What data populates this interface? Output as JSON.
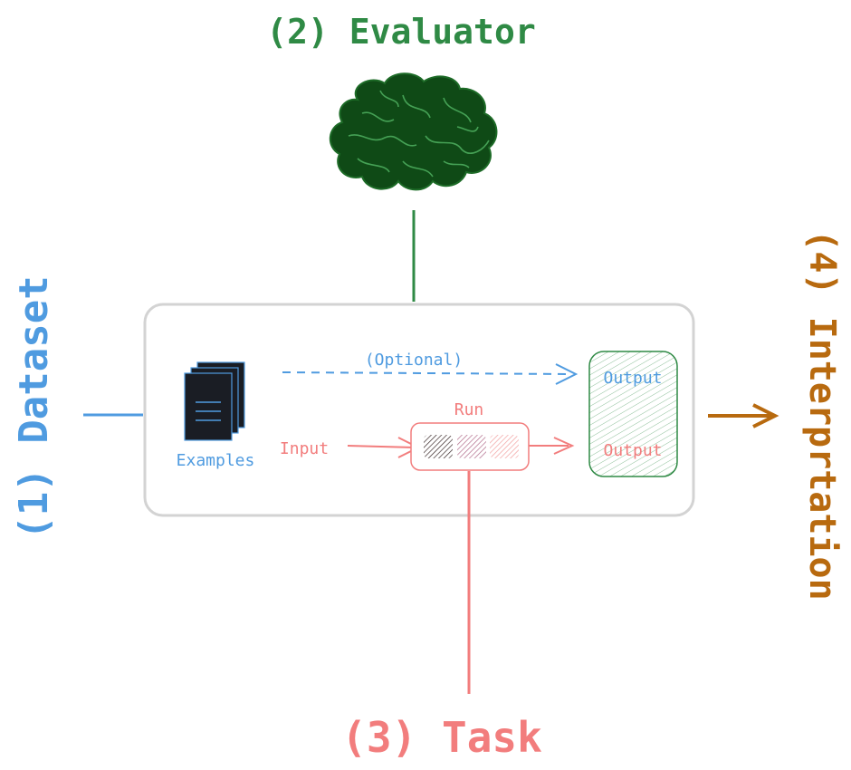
{
  "labels": {
    "evaluator": "(2) Evaluator",
    "dataset": "(1) Dataset",
    "task": "(3) Task",
    "interpretation": "(4) Interprtation",
    "optional": "(Optional)",
    "run": "Run",
    "input": "Input",
    "examples": "Examples",
    "output_top": "Output",
    "output_bottom": "Output"
  },
  "colors": {
    "evaluator": "#2f8a45",
    "dataset": "#4f9be0",
    "task": "#f27d7d",
    "interpretation": "#b86a0f",
    "brain": "#0f4a16",
    "box_border": "#d3d3d3",
    "doc": "#1a1d24",
    "doc_edge": "#4f9be0"
  },
  "icons": {
    "brain": "brain-icon",
    "examples": "documents-stack-icon"
  }
}
